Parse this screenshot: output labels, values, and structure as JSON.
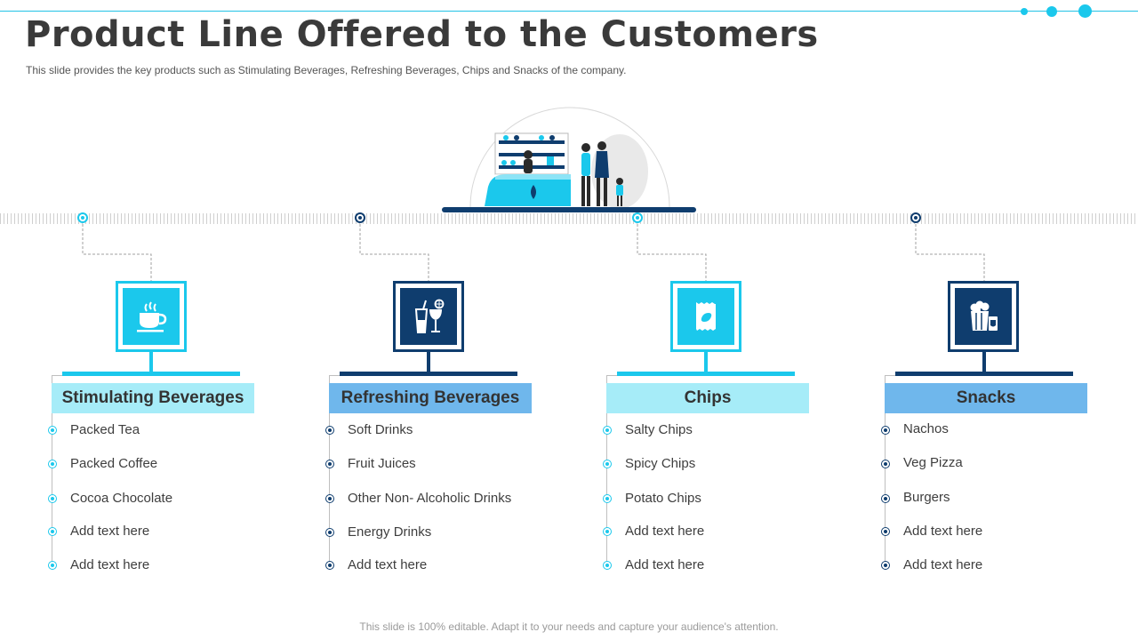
{
  "title": "Product Line Offered to the Customers",
  "subtitle": "This slide provides  the key products such as Stimulating Beverages,  Refreshing  Beverages,  Chips and Snacks of the company.",
  "footer": "This slide is 100% editable. Adapt it to your needs and capture your audience's attention.",
  "colors": {
    "cyan": "#1bc8ec",
    "navy": "#0f3d6e",
    "light_cyan": "#a6ecf8",
    "light_blue": "#6fb7ec"
  },
  "categories": [
    {
      "label": "Stimulating Beverages",
      "icon": "tea-cup-icon",
      "accent": "#1bc8ec",
      "label_bg": "#a6ecf8",
      "items": [
        "Packed Tea",
        "Packed Coffee",
        "Cocoa Chocolate",
        "Add text here",
        "Add text here"
      ]
    },
    {
      "label": "Refreshing Beverages",
      "icon": "drinks-icon",
      "accent": "#0f3d6e",
      "label_bg": "#6fb7ec",
      "items": [
        "Soft Drinks",
        "Fruit Juices",
        "Other Non- Alcoholic Drinks",
        "Energy Drinks",
        "Add text here"
      ]
    },
    {
      "label": "Chips",
      "icon": "chips-bag-icon",
      "accent": "#1bc8ec",
      "label_bg": "#a6ecf8",
      "items": [
        "Salty Chips",
        "Spicy Chips",
        "Potato Chips",
        "Add text here",
        "Add text here"
      ]
    },
    {
      "label": "Snacks",
      "icon": "popcorn-icon",
      "accent": "#0f3d6e",
      "label_bg": "#6fb7ec",
      "items": [
        "Nachos",
        "Veg Pizza",
        "Burgers",
        "Add text here",
        "Add text here"
      ]
    }
  ]
}
